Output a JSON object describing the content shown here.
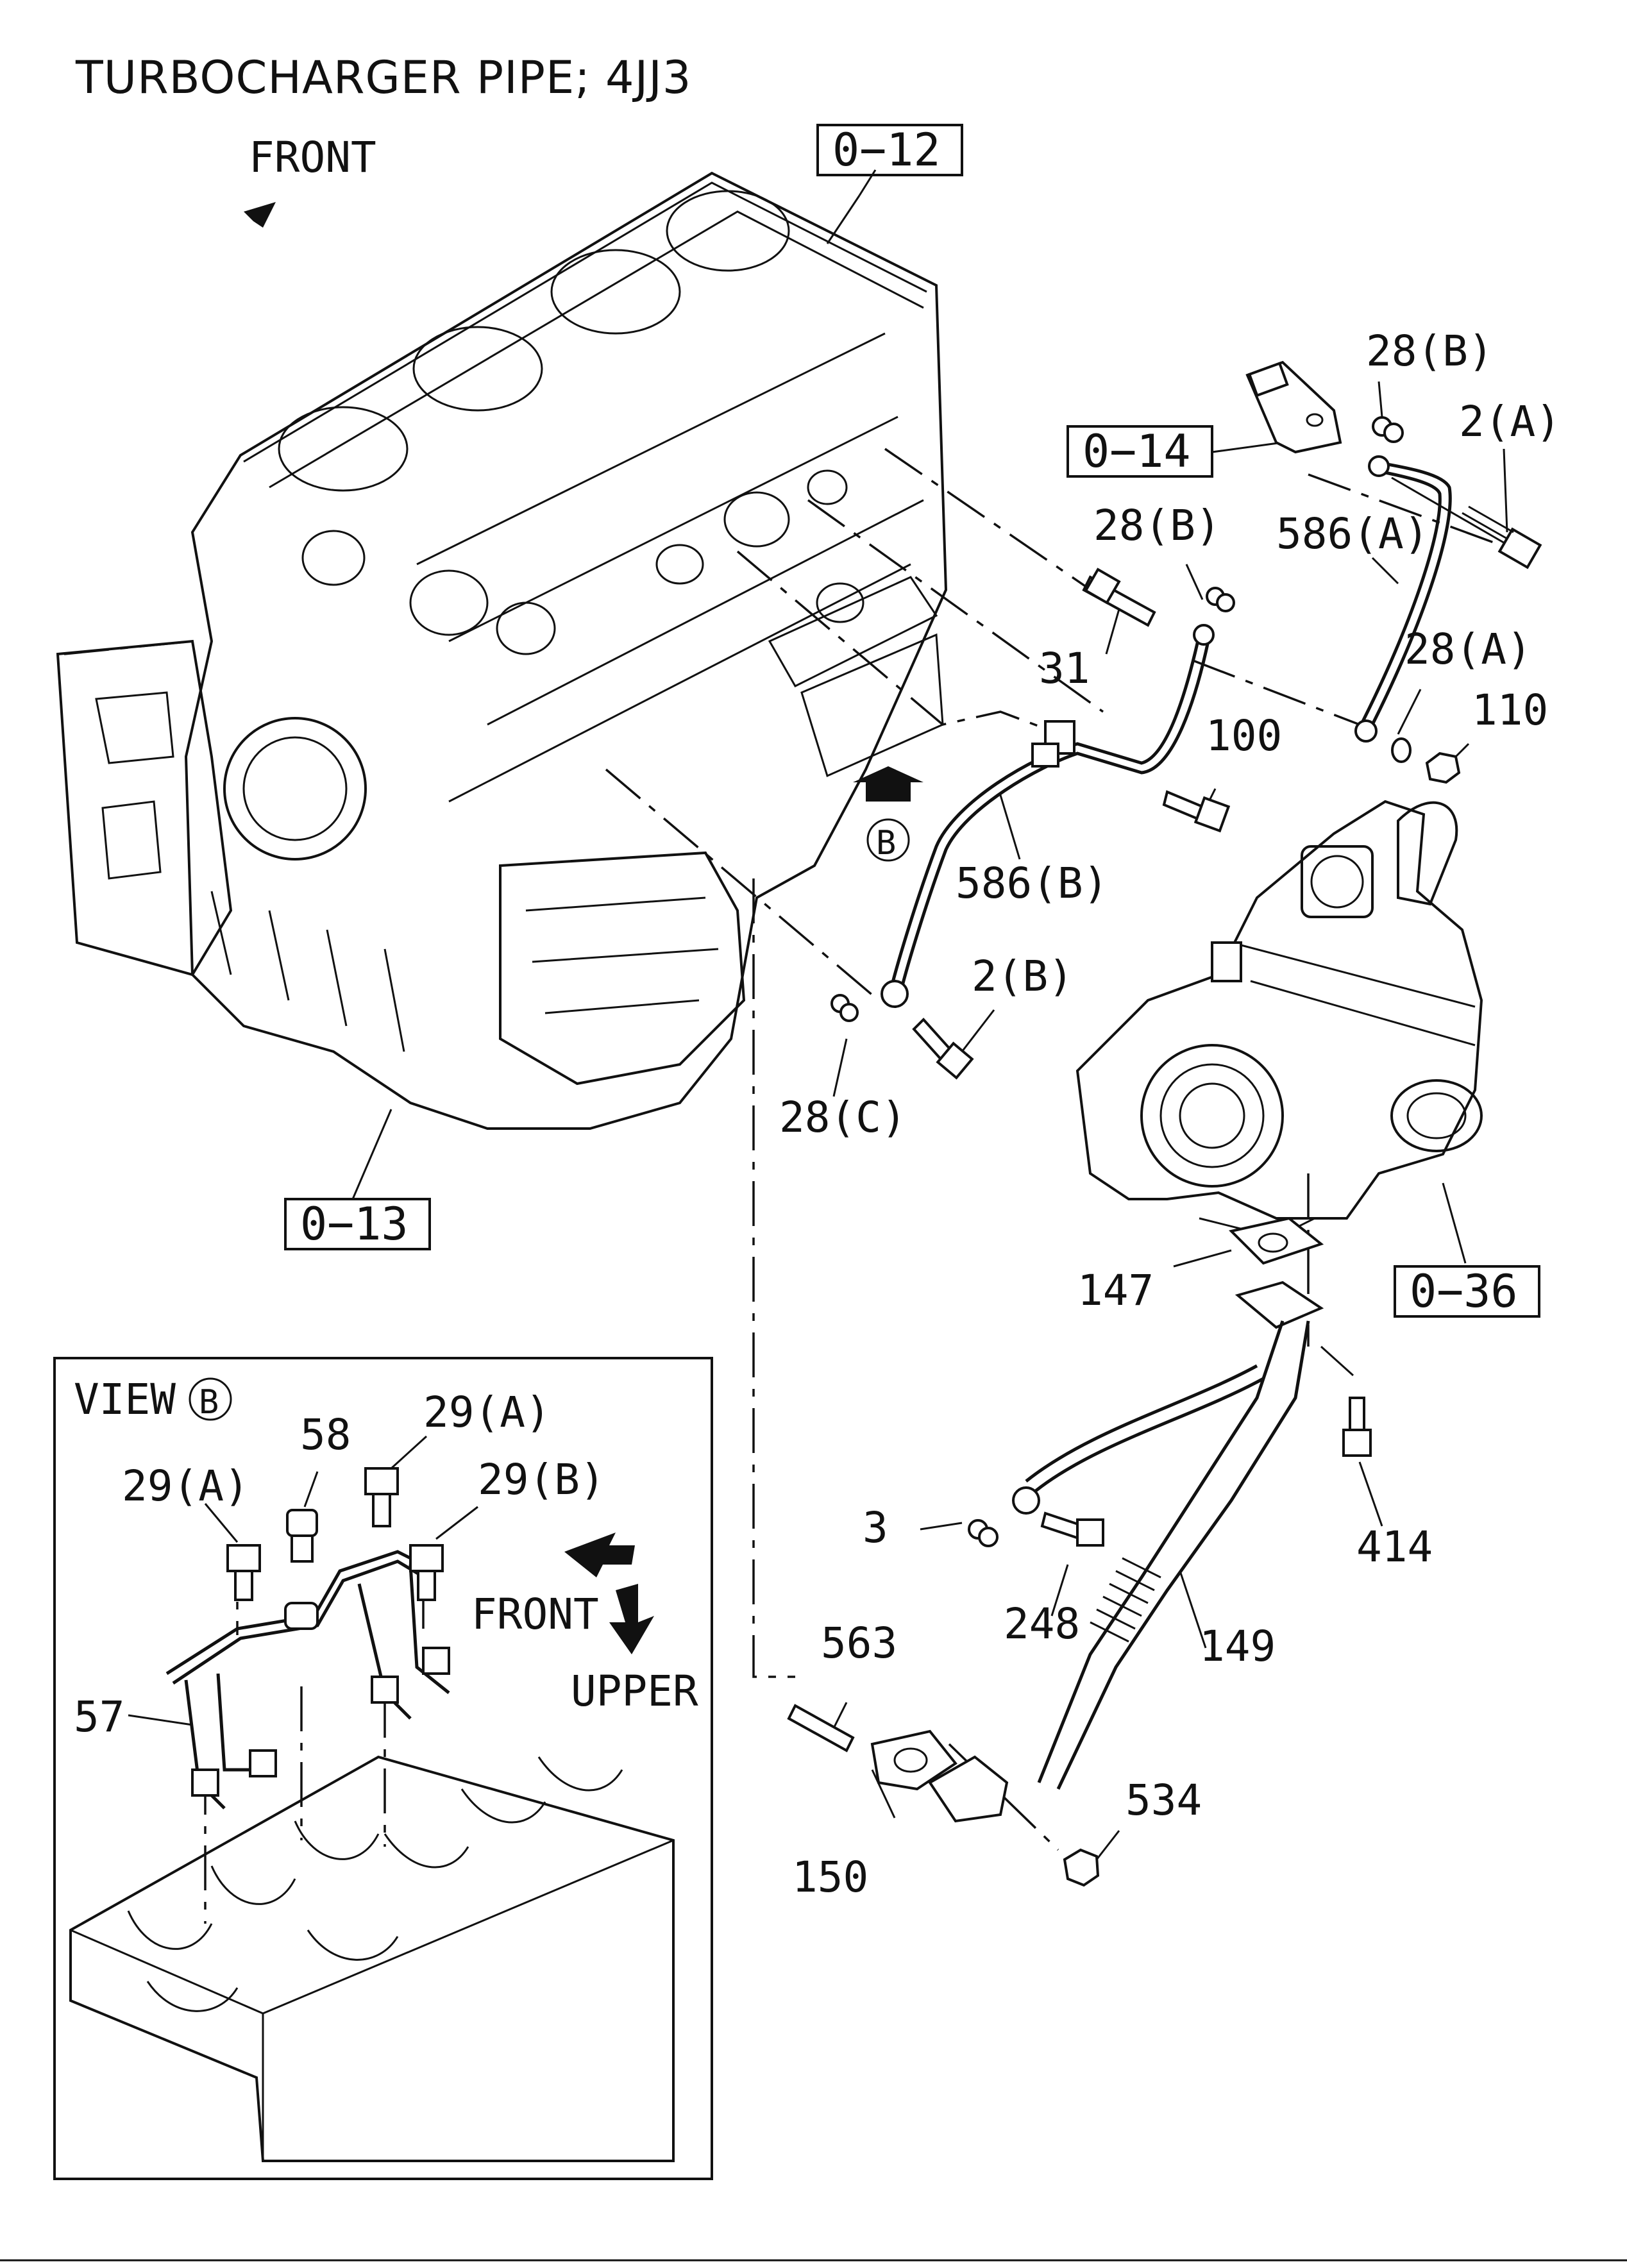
{
  "title": "TURBOCHARGER PIPE; 4JJ3",
  "direction_labels": {
    "front_main": "FRONT",
    "front_view": "FRONT",
    "upper_view": "UPPER",
    "view_label": "VIEW",
    "view_marker": "B",
    "main_marker": "B"
  },
  "reference_boxes": {
    "r012": "0−12",
    "r013": "0−13",
    "r014": "0−14",
    "r036": "0−36"
  },
  "part_labels": {
    "p28b_top": "28(B)",
    "p2a": "2(A)",
    "p28b_mid": "28(B)",
    "p586a": "586(A)",
    "p31": "31",
    "p28a": "28(A)",
    "p110": "110",
    "p100": "100",
    "p586b": "586(B)",
    "p2b": "2(B)",
    "p28c": "28(C)",
    "p147": "147",
    "p3": "3",
    "p248": "248",
    "p414": "414",
    "p149": "149",
    "p563": "563",
    "p534": "534",
    "p150": "150",
    "p29a_1": "29(A)",
    "p58": "58",
    "p29a_2": "29(A)",
    "p29b": "29(B)",
    "p57": "57"
  }
}
